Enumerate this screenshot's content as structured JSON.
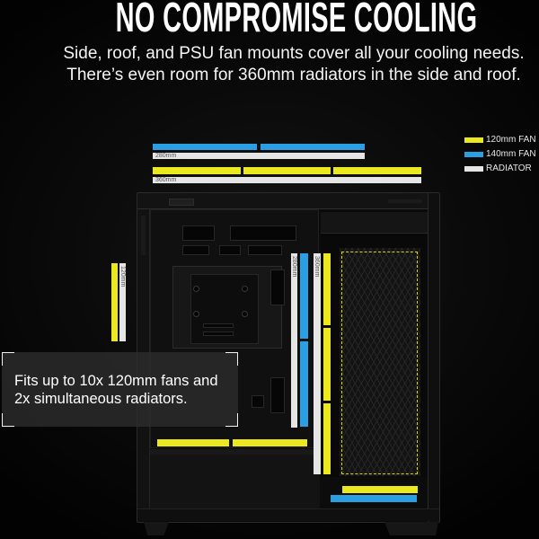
{
  "header": {
    "title": "NO COMPROMISE COOLING",
    "subtitle_line1": "Side, roof, and PSU fan mounts cover all your cooling needs.",
    "subtitle_line2": "There’s even room for 360mm radiators in the side and roof."
  },
  "legend": {
    "items": [
      {
        "label": "120mm FAN",
        "color": "#ece81f"
      },
      {
        "label": "140mm FAN",
        "color": "#2c9fe2"
      },
      {
        "label": "RADIATOR",
        "color": "#e5e5e5"
      }
    ]
  },
  "radiator_labels": {
    "roof_280": "280mm",
    "roof_360": "360mm",
    "rear_120": "120mm",
    "side_280": "280mm",
    "side_360": "360mm"
  },
  "callout": {
    "line1": "Fits up to 10x 120mm fans and",
    "line2": "2x simultaneous radiators."
  }
}
